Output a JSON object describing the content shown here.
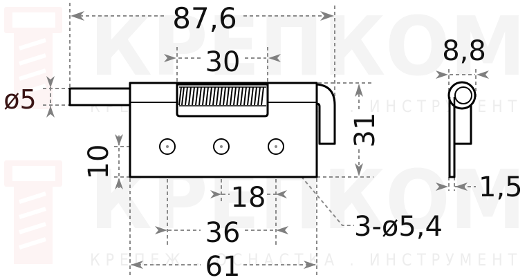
{
  "watermark": {
    "brand": "КРЕПКОМ",
    "tagline": "КРЕПЕЖ . ОСНАСТКА . ИНСТРУМЕНТ",
    "logo_icon": "bolt-logo-icon",
    "logo_color": "#fbeeee"
  },
  "drawing": {
    "title": "Spring loaded latch pin (hinge) technical drawing",
    "line_color": "#000000",
    "dimension_line_color": "#8a8a8a",
    "views": [
      "front-view",
      "side-view"
    ]
  },
  "dimensions": {
    "overall_length": "87,6",
    "spring_length": "30",
    "pin_diameter": "ø5",
    "height": "31",
    "hole_offset_bottom": "10",
    "hole_pitch": "18",
    "hole_span": "36",
    "plate_length": "61",
    "holes_callout": "3-ø5,4",
    "side_width": "8,8",
    "plate_thickness": "1,5"
  }
}
